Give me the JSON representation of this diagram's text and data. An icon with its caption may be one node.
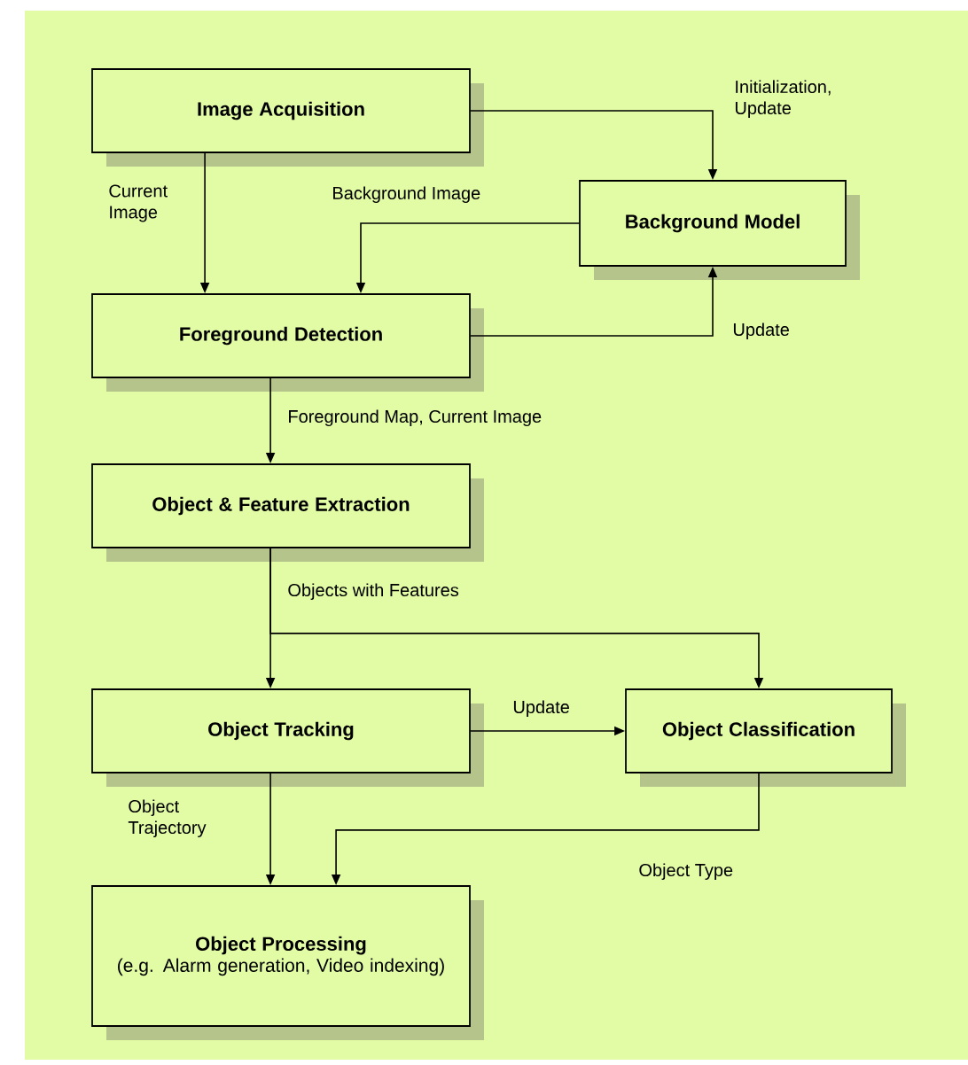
{
  "diagram": {
    "nodes": [
      {
        "text": [
          "Image Acquisition"
        ]
      },
      {
        "text": [
          "Background Model"
        ]
      },
      {
        "text": [
          "Foreground Detection"
        ]
      },
      {
        "text": [
          "Object & Feature Extraction"
        ]
      },
      {
        "text": [
          "Object Tracking"
        ]
      },
      {
        "text": [
          "Object Classification"
        ]
      },
      {
        "text": [
          "Object Processing",
          "(e.g. Alarm generation, Video indexing)"
        ]
      }
    ],
    "edges": [
      {
        "from": 0,
        "to": 1,
        "arrow": "to",
        "label": "Initialization, Update"
      },
      {
        "from": 0,
        "to": 2,
        "arrow": "to",
        "label": "Current Image"
      },
      {
        "from": 1,
        "to": 2,
        "arrow": "to",
        "label": "Background Image"
      },
      {
        "from": 2,
        "to": 1,
        "arrow": "to",
        "label": "Update"
      },
      {
        "from": 2,
        "to": 3,
        "arrow": "to",
        "label": "Foreground Map, Current Image"
      },
      {
        "from": 3,
        "to": 4,
        "arrow": "to",
        "label": "Objects with Features"
      },
      {
        "from": 3,
        "to": 5,
        "arrow": "to"
      },
      {
        "from": 4,
        "to": 5,
        "arrow": "to",
        "label": "Update"
      },
      {
        "from": 4,
        "to": 6,
        "arrow": "to",
        "label": "Object Trajectory"
      },
      {
        "from": 5,
        "to": 6,
        "arrow": "to",
        "label": "Object Type"
      }
    ]
  }
}
